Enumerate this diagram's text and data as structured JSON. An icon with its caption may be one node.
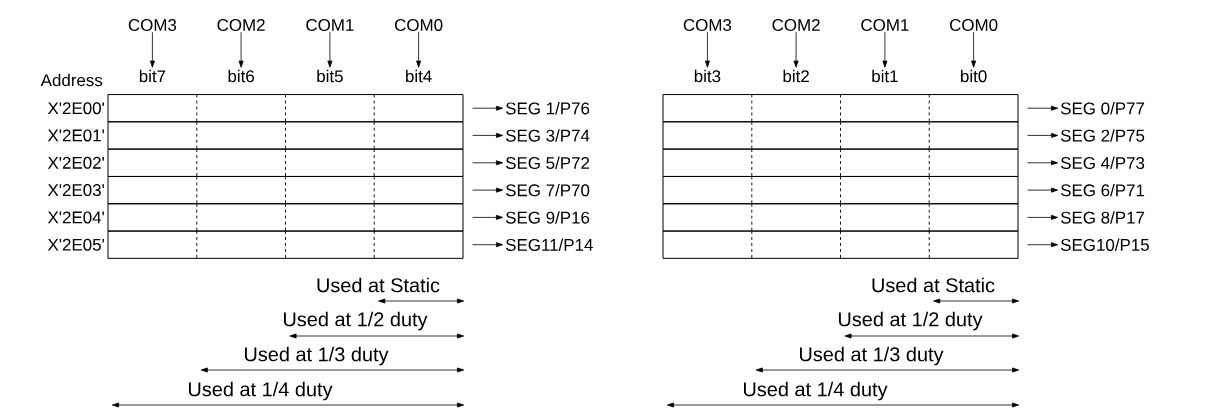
{
  "diagram": {
    "nodes": [
      {
        "text": [
          "COM3"
        ]
      },
      {
        "text": [
          "COM2"
        ]
      },
      {
        "text": [
          "COM1"
        ]
      },
      {
        "text": [
          "COM0"
        ]
      },
      {
        "text": [
          "bit7"
        ]
      },
      {
        "text": [
          "bit6"
        ]
      },
      {
        "text": [
          "bit5"
        ]
      },
      {
        "text": [
          "bit4"
        ]
      },
      {
        "text": [],
        "shape": "box"
      },
      {
        "text": [],
        "shape": "box"
      },
      {
        "text": [],
        "shape": "box"
      },
      {
        "text": [],
        "shape": "box"
      },
      {
        "text": [],
        "shape": "box"
      },
      {
        "text": [],
        "shape": "box"
      },
      {
        "text": [
          "SEG 1/P76"
        ]
      },
      {
        "text": [
          "SEG 3/P74"
        ]
      },
      {
        "text": [
          "SEG 5/P72"
        ]
      },
      {
        "text": [
          "SEG 7/P70"
        ]
      },
      {
        "text": [
          "SEG 9/P16"
        ]
      },
      {
        "text": [
          "SEG11/P14"
        ]
      },
      {
        "text": [
          "COM3"
        ]
      },
      {
        "text": [
          "COM2"
        ]
      },
      {
        "text": [
          "COM1"
        ]
      },
      {
        "text": [
          "COM0"
        ]
      },
      {
        "text": [
          "bit3"
        ]
      },
      {
        "text": [
          "bit2"
        ]
      },
      {
        "text": [
          "bit1"
        ]
      },
      {
        "text": [
          "bit0"
        ]
      },
      {
        "text": [],
        "shape": "box"
      },
      {
        "text": [],
        "shape": "box"
      },
      {
        "text": [],
        "shape": "box"
      },
      {
        "text": [],
        "shape": "box"
      },
      {
        "text": [],
        "shape": "box"
      },
      {
        "text": [],
        "shape": "box"
      },
      {
        "text": [
          "SEG 0/P77"
        ]
      },
      {
        "text": [
          "SEG 2/P75"
        ]
      },
      {
        "text": [
          "SEG 4/P73"
        ]
      },
      {
        "text": [
          "SEG 6/P71"
        ]
      },
      {
        "text": [
          "SEG 8/P17"
        ]
      },
      {
        "text": [
          "SEG10/P15"
        ]
      }
    ],
    "edges": [
      {
        "from": 0,
        "to": 4,
        "arrow": "to"
      },
      {
        "from": 1,
        "to": 5,
        "arrow": "to"
      },
      {
        "from": 2,
        "to": 6,
        "arrow": "to"
      },
      {
        "from": 3,
        "to": 7,
        "arrow": "to"
      },
      {
        "from": 8,
        "to": 14,
        "arrow": "to"
      },
      {
        "from": 9,
        "to": 15,
        "arrow": "to"
      },
      {
        "from": 10,
        "to": 16,
        "arrow": "to"
      },
      {
        "from": 11,
        "to": 17,
        "arrow": "to"
      },
      {
        "from": 12,
        "to": 18,
        "arrow": "to"
      },
      {
        "from": 13,
        "to": 19,
        "arrow": "to"
      },
      {
        "from": 20,
        "to": 24,
        "arrow": "to"
      },
      {
        "from": 21,
        "to": 25,
        "arrow": "to"
      },
      {
        "from": 22,
        "to": 26,
        "arrow": "to"
      },
      {
        "from": 23,
        "to": 27,
        "arrow": "to"
      },
      {
        "from": 28,
        "to": 34,
        "arrow": "to"
      },
      {
        "from": 29,
        "to": 35,
        "arrow": "to"
      },
      {
        "from": 30,
        "to": 36,
        "arrow": "to"
      },
      {
        "from": 31,
        "to": 37,
        "arrow": "to"
      },
      {
        "from": 32,
        "to": 38,
        "arrow": "to"
      },
      {
        "from": 33,
        "to": 39,
        "arrow": "to"
      }
    ],
    "labels": [
      "Address",
      "X'2E00'",
      "X'2E01'",
      "X'2E02'",
      "X'2E03'",
      "X'2E04'",
      "X'2E05'",
      "Used at Static",
      "Used at 1/2 duty",
      "Used at 1/3 duty",
      "Used at 1/4 duty",
      "Used at Static",
      "Used at 1/2 duty",
      "Used at 1/3 duty",
      "Used at 1/4 duty"
    ]
  }
}
